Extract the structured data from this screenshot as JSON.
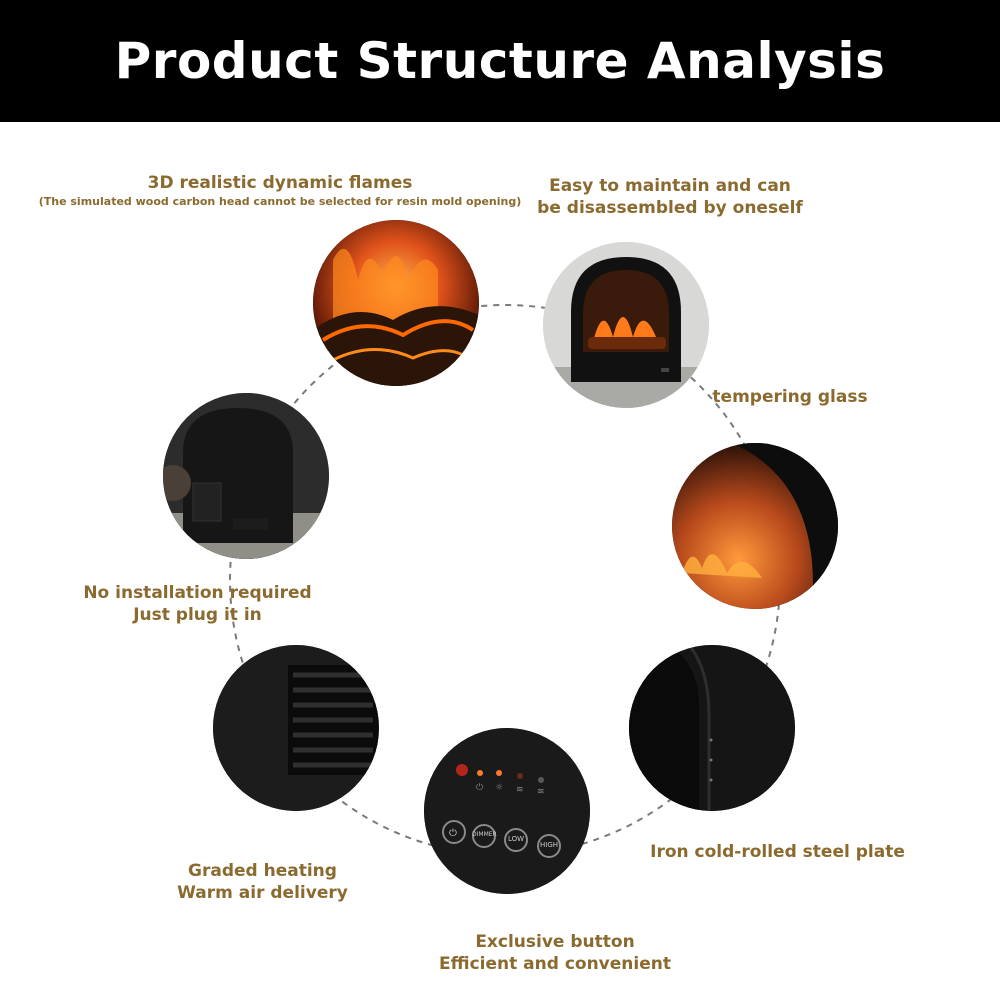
{
  "header": {
    "title": "Product Structure Analysis"
  },
  "features": [
    {
      "lines": [
        "3D realistic dynamic flames"
      ],
      "note": "(The simulated wood carbon head cannot be selected for resin mold opening)"
    },
    {
      "lines": [
        "Easy to maintain and can",
        "be disassembled by oneself"
      ]
    },
    {
      "lines": [
        "tempering glass"
      ]
    },
    {
      "lines": [
        "No installation required",
        "Just plug it in"
      ]
    },
    {
      "lines": [
        "Iron cold-rolled steel plate"
      ]
    },
    {
      "lines": [
        "Graded heating",
        "Warm air delivery"
      ]
    },
    {
      "lines": [
        "Exclusive button",
        "Efficient and convenient"
      ]
    }
  ],
  "control_panel": {
    "buttons": [
      "DIMMER",
      "LOW",
      "HIGH"
    ]
  },
  "colors": {
    "label": "#8b6a2f",
    "header_bg": "#000000",
    "header_text": "#ffffff"
  }
}
